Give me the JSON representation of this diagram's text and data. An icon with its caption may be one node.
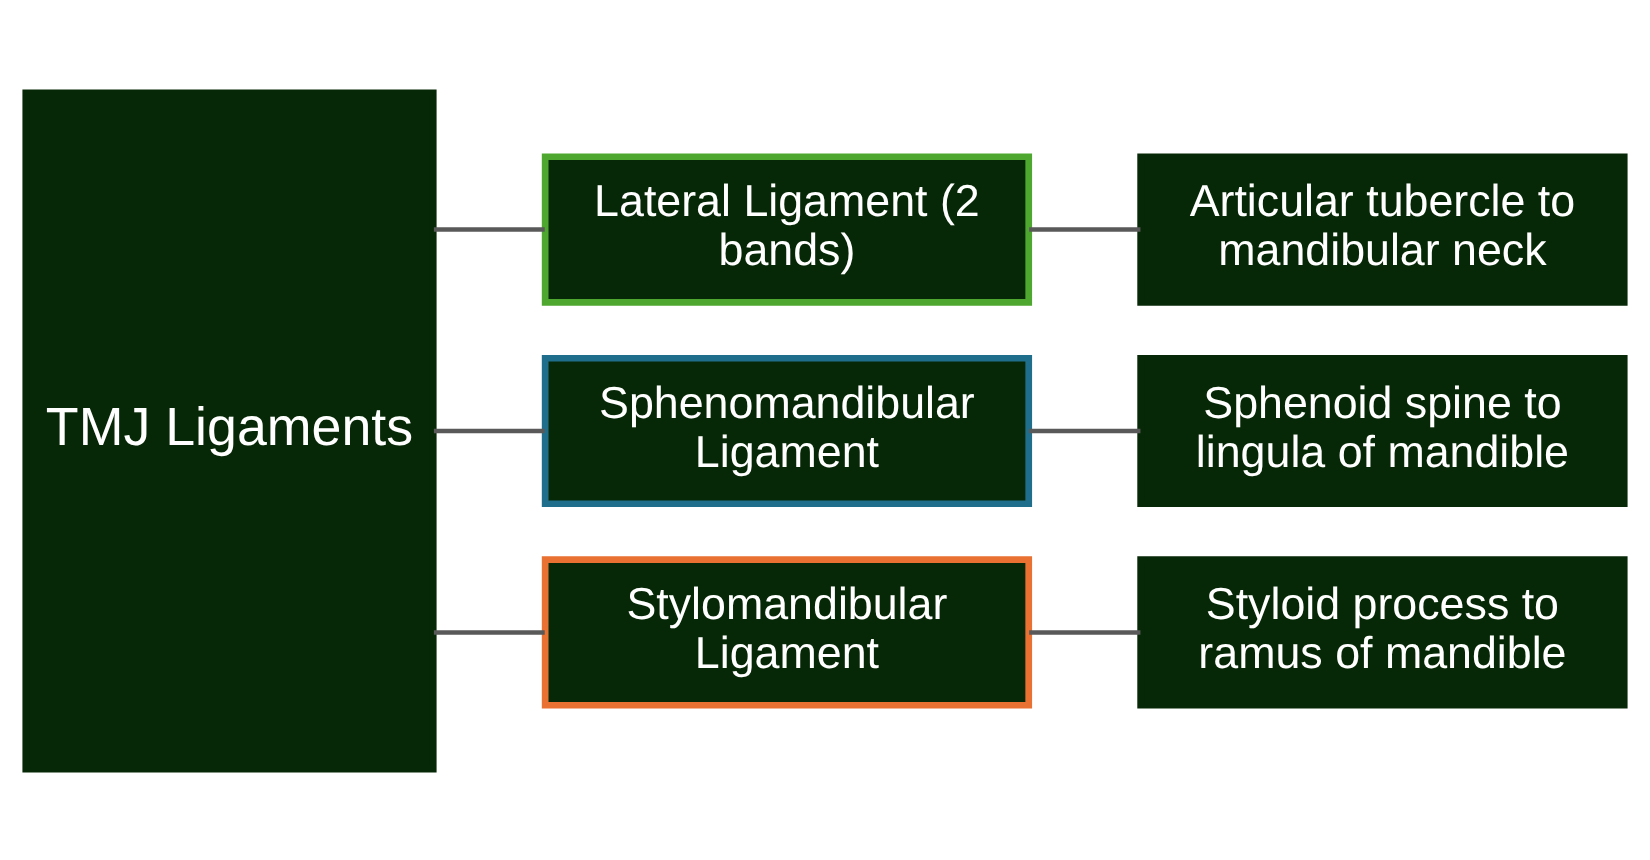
{
  "diagram": {
    "nodes": [
      {
        "text": [
          "TMJ Ligaments"
        ]
      },
      {
        "text": [
          "Lateral Ligament (2 bands)"
        ]
      },
      {
        "text": [
          "Articular tubercle to mandibular neck"
        ]
      },
      {
        "text": [
          "Sphenomandibular Ligament"
        ]
      },
      {
        "text": [
          "Sphenoid spine to lingula of mandible"
        ]
      },
      {
        "text": [
          "Stylomandibular Ligament"
        ]
      },
      {
        "text": [
          "Styloid process to ramus of mandible"
        ]
      }
    ],
    "edges": [
      {
        "from": 0,
        "to": 1,
        "arrow": "none"
      },
      {
        "from": 0,
        "to": 3,
        "arrow": "none"
      },
      {
        "from": 0,
        "to": 5,
        "arrow": "none"
      },
      {
        "from": 1,
        "to": 2,
        "arrow": "none"
      },
      {
        "from": 3,
        "to": 4,
        "arrow": "none"
      },
      {
        "from": 5,
        "to": 6,
        "arrow": "none"
      }
    ]
  }
}
